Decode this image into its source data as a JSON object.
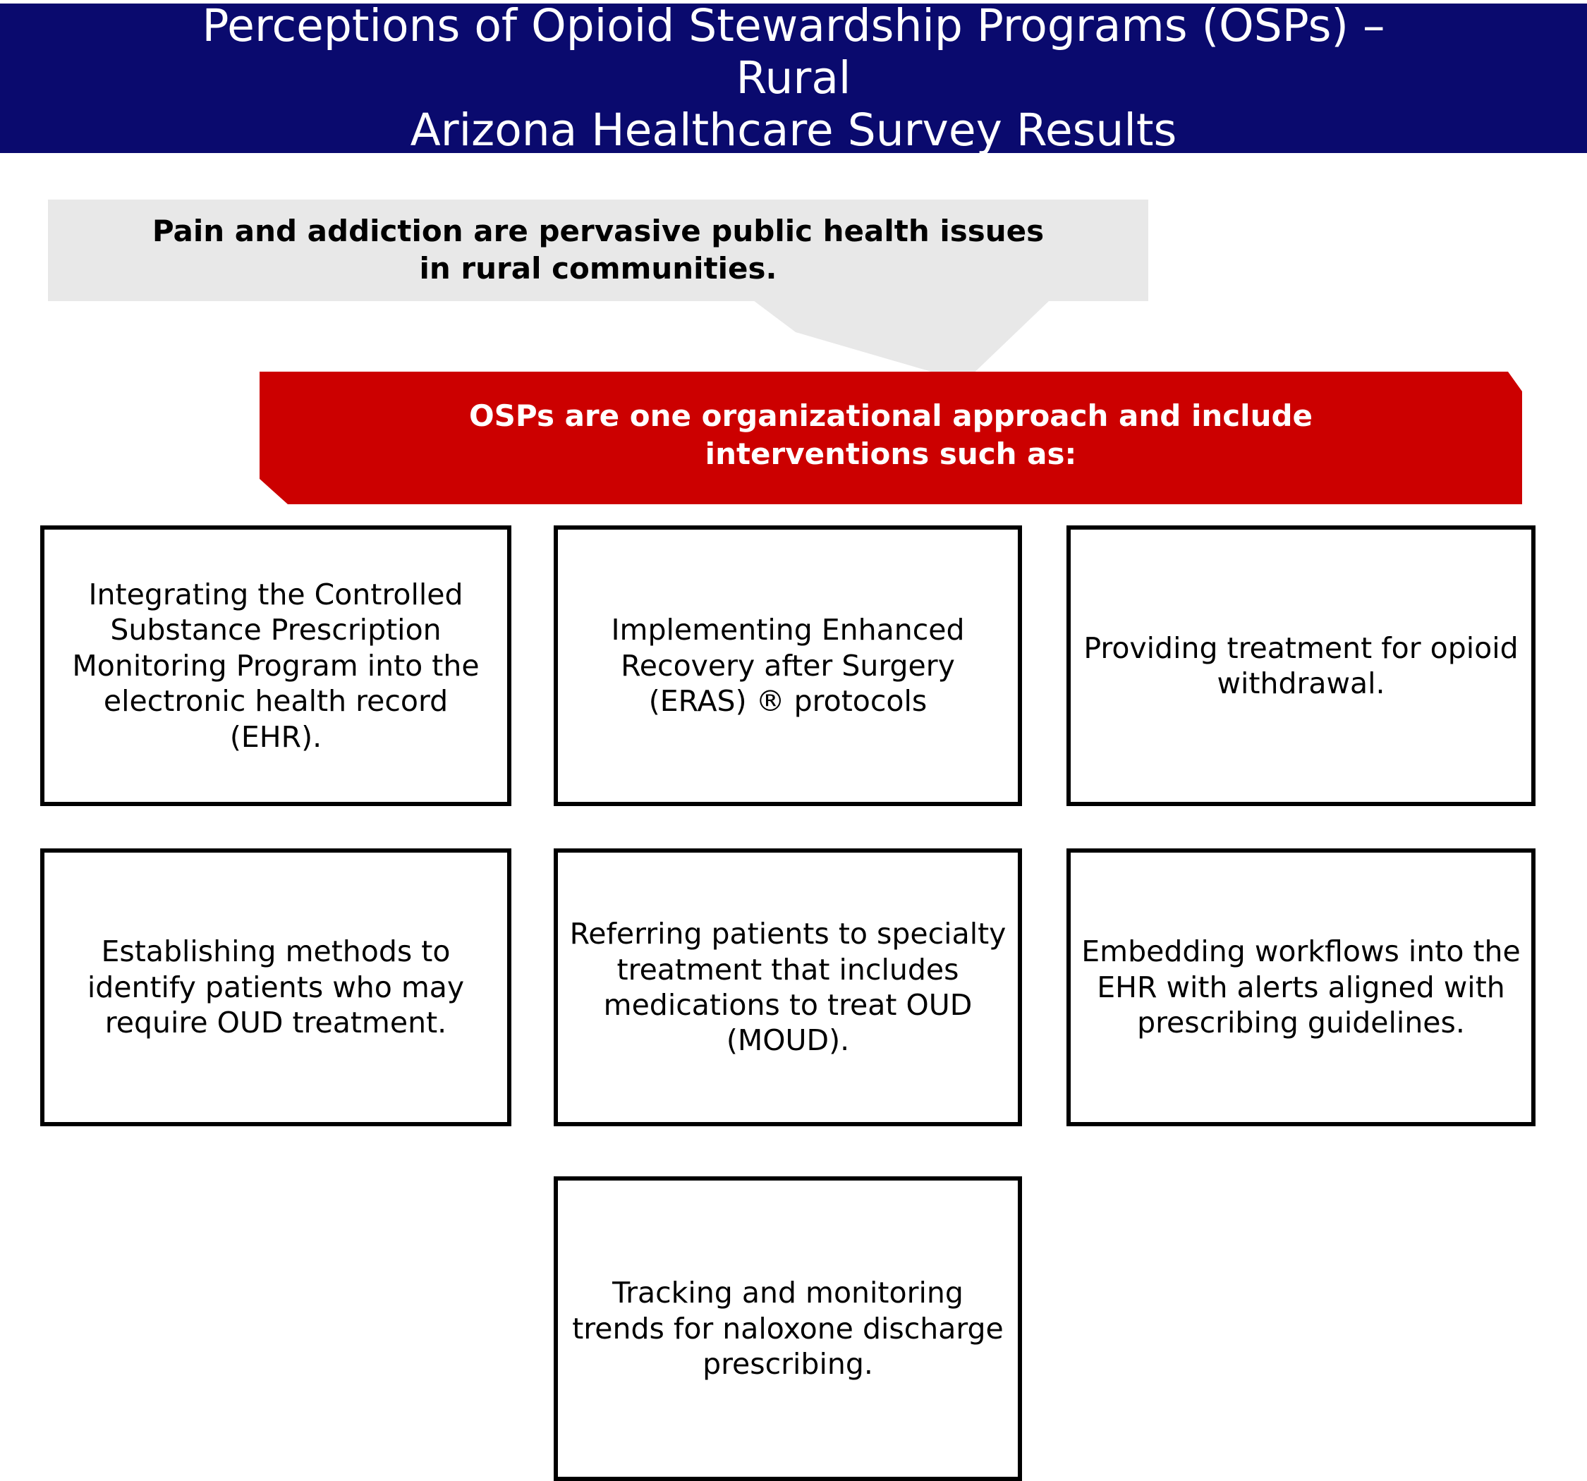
{
  "header": {
    "title_line1": "Perceptions of Opioid Stewardship Programs (OSPs) – Rural",
    "title_line2": "Arizona Healthcare Survey Results",
    "title_full": "Perceptions of Opioid Stewardship Programs (OSPs) – Rural Arizona Healthcare Survey Results",
    "background_color": "#0A0A6E",
    "text_color": "#FFFFFF"
  },
  "callout": {
    "text": "Pain and addiction are pervasive public health issues in rural communities.",
    "background_color": "#E8E8E8",
    "text_color": "#000000"
  },
  "red_banner": {
    "text": "OSPs are one organizational approach and include interventions such as:",
    "background_color": "#CC0000",
    "text_color": "#FFFFFF"
  },
  "interventions": [
    {
      "text": "Integrating the Controlled Substance Prescription Monitoring Program into the electronic health record (EHR)."
    },
    {
      "text": "Implementing Enhanced Recovery after Surgery (ERAS) ® protocols"
    },
    {
      "text": "Providing treatment for opioid withdrawal."
    },
    {
      "text": "Establishing methods to identify patients who may require OUD treatment."
    },
    {
      "text": "Referring patients to specialty treatment that includes medications to treat OUD (MOUD)."
    },
    {
      "text": "Embedding workflows into the EHR with alerts aligned with prescribing guidelines."
    },
    {
      "text": "Tracking and monitoring trends for naloxone discharge prescribing."
    }
  ]
}
